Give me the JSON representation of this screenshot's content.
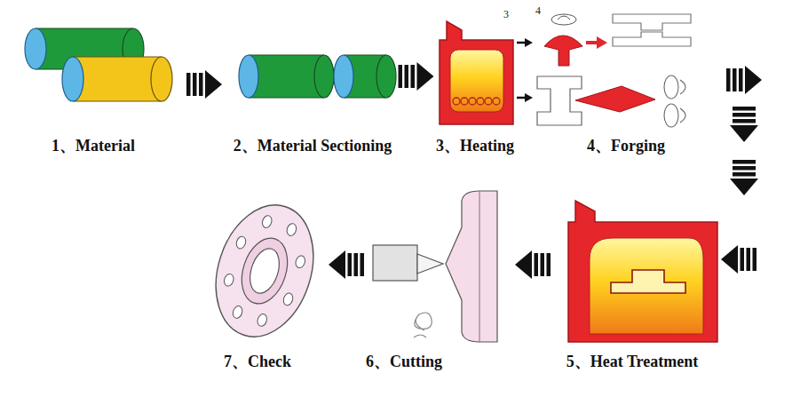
{
  "diagram": {
    "nodes": [
      {
        "text": [
          "1、Material"
        ]
      },
      {
        "text": [
          "2、Material Sectioning"
        ]
      },
      {
        "text": [
          "3、Heating"
        ]
      },
      {
        "text": [
          "4、Forging"
        ]
      },
      {
        "text": [
          "5、Heat Treatment"
        ]
      },
      {
        "text": [
          "6、Cutting"
        ]
      },
      {
        "text": [
          "7、Check"
        ]
      }
    ],
    "edges": [
      {
        "from": 0,
        "to": 1,
        "arrow": "to"
      },
      {
        "from": 1,
        "to": 2,
        "arrow": "to"
      },
      {
        "from": 2,
        "to": 3,
        "arrow": "to"
      },
      {
        "from": 3,
        "to": 4,
        "arrow": "to"
      },
      {
        "from": 4,
        "to": 5,
        "arrow": "to"
      },
      {
        "from": 5,
        "to": 6,
        "arrow": "to"
      }
    ],
    "labels": [
      "3",
      "4"
    ]
  }
}
